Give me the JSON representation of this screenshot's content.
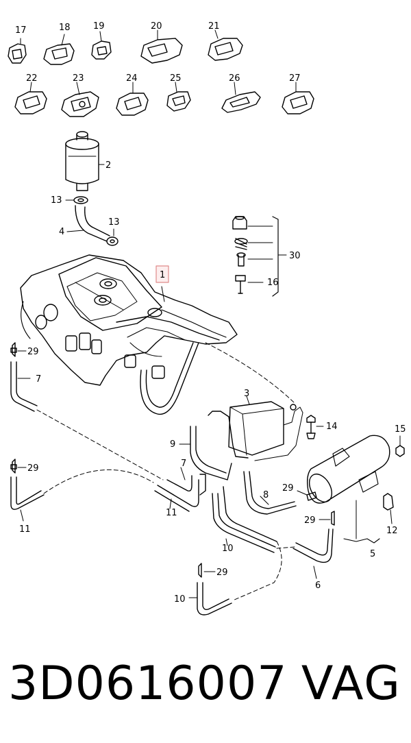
{
  "diagram": {
    "clips": [
      {
        "label": "17"
      },
      {
        "label": "18"
      },
      {
        "label": "19"
      },
      {
        "label": "20"
      },
      {
        "label": "21"
      },
      {
        "label": "22"
      },
      {
        "label": "23"
      },
      {
        "label": "24"
      },
      {
        "label": "25"
      },
      {
        "label": "26"
      },
      {
        "label": "27"
      }
    ],
    "callouts": {
      "c1": "1",
      "c2": "2",
      "c3": "3",
      "c4": "4",
      "c5": "5",
      "c6": "6",
      "c7a": "7",
      "c7b": "7",
      "c8": "8",
      "c9": "9",
      "c10a": "10",
      "c10b": "10",
      "c11a": "11",
      "c11b": "11",
      "c12": "12",
      "c13a": "13",
      "c13b": "13",
      "c14": "14",
      "c15": "15",
      "c16": "16",
      "c29a": "29",
      "c29b": "29",
      "c29c": "29",
      "c29d": "29",
      "c29e": "29",
      "c30": "30"
    },
    "highlight_color": "#e08a8a"
  },
  "footer": {
    "part_number": "3D0616007",
    "brand": "VAG"
  }
}
